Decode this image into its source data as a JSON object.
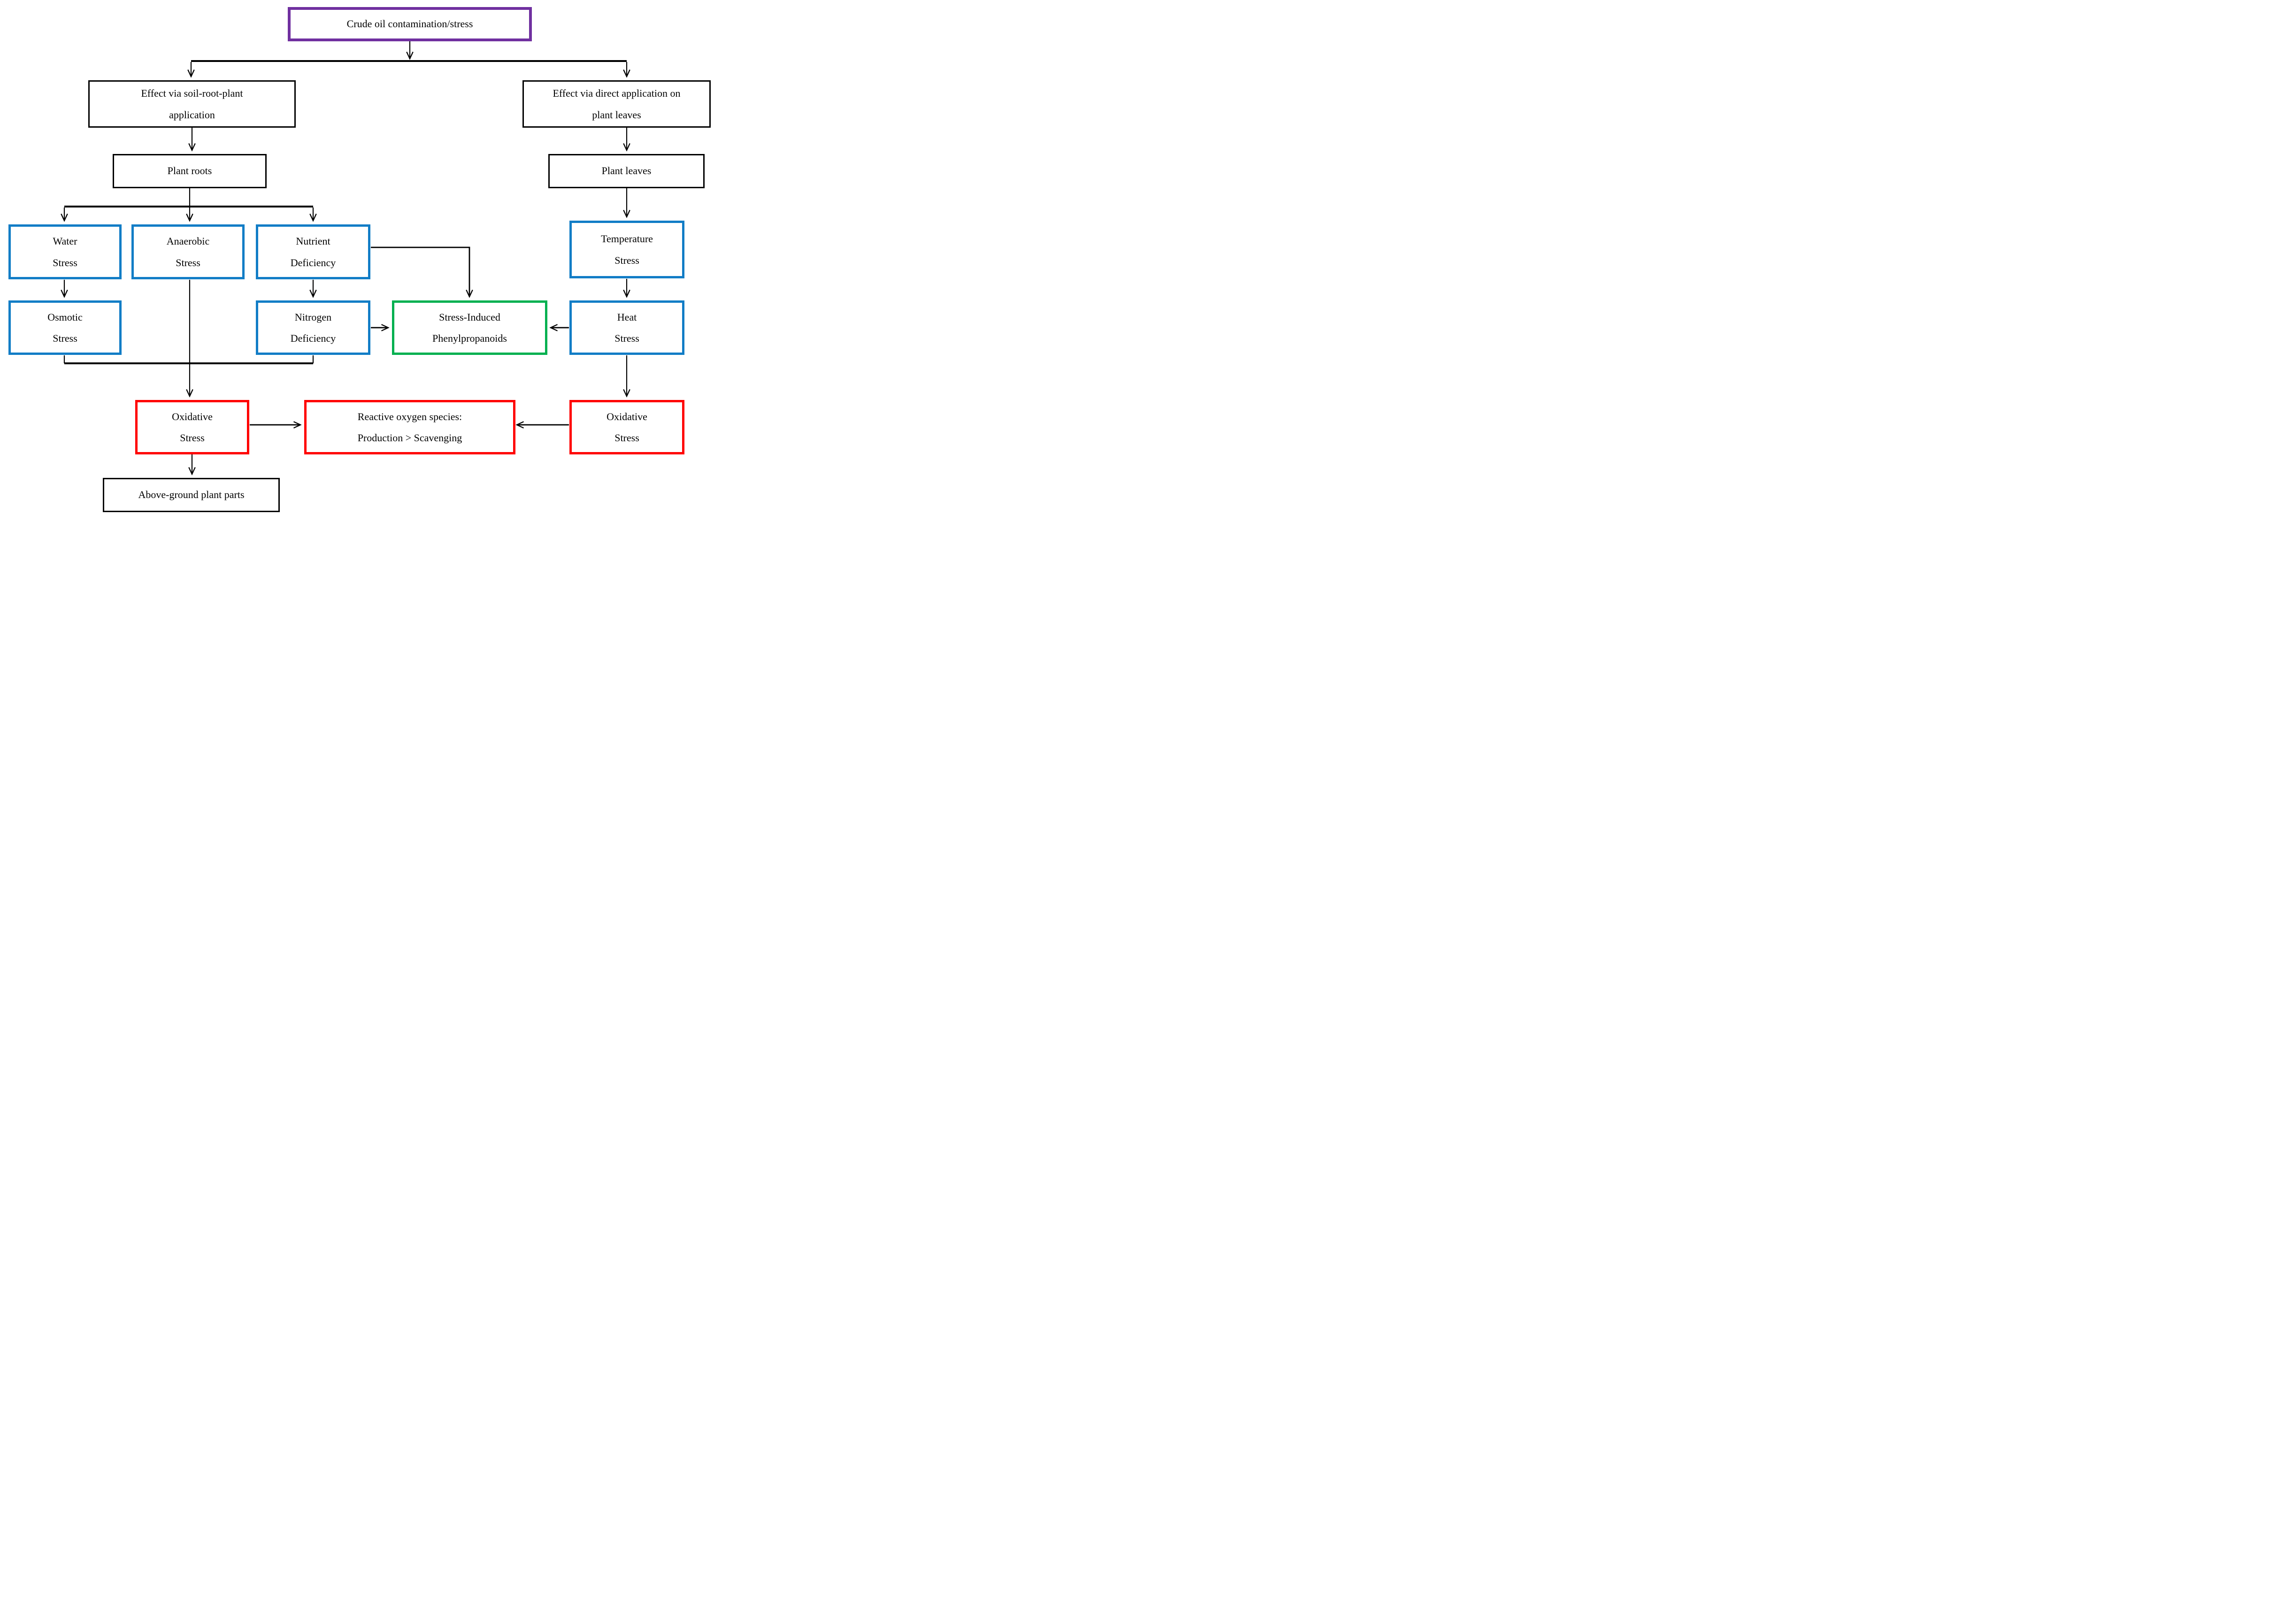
{
  "title": "Crude oil stress flowchart",
  "colors": {
    "purple": "#7030A0",
    "black": "#000000",
    "blue": "#127DC6",
    "green": "#00B050",
    "red": "#FF0000",
    "background": "#FFFFFF",
    "line": "#000000"
  },
  "nodes": {
    "crude_oil": {
      "label": "Crude oil contamination/stress",
      "border": "#7030A0"
    },
    "effect_soil": {
      "label": "Effect via soil-root-plant\napplication",
      "border": "#000000"
    },
    "effect_direct": {
      "label": "Effect via direct application on\nplant leaves",
      "border": "#000000"
    },
    "plant_roots": {
      "label": "Plant roots",
      "border": "#000000"
    },
    "plant_leaves": {
      "label": "Plant leaves",
      "border": "#000000"
    },
    "water_stress": {
      "label": "Water\nStress",
      "border": "#127DC6"
    },
    "anaerobic_stress": {
      "label": "Anaerobic\nStress",
      "border": "#127DC6"
    },
    "nutrient_deficiency": {
      "label": "Nutrient\nDeficiency",
      "border": "#127DC6"
    },
    "temperature_stress": {
      "label": "Temperature\nStress",
      "border": "#127DC6"
    },
    "osmotic_stress": {
      "label": "Osmotic\nStress",
      "border": "#127DC6"
    },
    "nitrogen_deficiency": {
      "label": "Nitrogen\nDeficiency",
      "border": "#127DC6"
    },
    "phenylpropanoids": {
      "label": "Stress-Induced\nPhenylpropanoids",
      "border": "#00B050"
    },
    "heat_stress": {
      "label": "Heat\nStress",
      "border": "#127DC6"
    },
    "oxidative_stress_left": {
      "label": "Oxidative\nStress",
      "border": "#FF0000"
    },
    "ros": {
      "label": "Reactive oxygen species:\nProduction > Scavenging",
      "border": "#FF0000"
    },
    "oxidative_stress_right": {
      "label": "Oxidative\nStress",
      "border": "#FF0000"
    },
    "above_ground": {
      "label": "Above-ground plant parts",
      "border": "#000000"
    }
  },
  "edges": [
    {
      "from": "crude_oil",
      "to": "effect_soil"
    },
    {
      "from": "crude_oil",
      "to": "effect_direct"
    },
    {
      "from": "effect_soil",
      "to": "plant_roots"
    },
    {
      "from": "effect_direct",
      "to": "plant_leaves"
    },
    {
      "from": "plant_roots",
      "to": "water_stress"
    },
    {
      "from": "plant_roots",
      "to": "anaerobic_stress"
    },
    {
      "from": "plant_roots",
      "to": "nutrient_deficiency"
    },
    {
      "from": "water_stress",
      "to": "osmotic_stress"
    },
    {
      "from": "nutrient_deficiency",
      "to": "nitrogen_deficiency"
    },
    {
      "from": "nutrient_deficiency",
      "to": "phenylpropanoids"
    },
    {
      "from": "nitrogen_deficiency",
      "to": "phenylpropanoids"
    },
    {
      "from": "heat_stress",
      "to": "phenylpropanoids"
    },
    {
      "from": "plant_leaves",
      "to": "temperature_stress"
    },
    {
      "from": "temperature_stress",
      "to": "heat_stress"
    },
    {
      "from": "heat_stress",
      "to": "oxidative_stress_right"
    },
    {
      "from": "osmotic_stress",
      "to": "oxidative_stress_left"
    },
    {
      "from": "nitrogen_deficiency",
      "to": "oxidative_stress_left"
    },
    {
      "from": "anaerobic_stress",
      "to": "oxidative_stress_left"
    },
    {
      "from": "oxidative_stress_left",
      "to": "ros"
    },
    {
      "from": "oxidative_stress_right",
      "to": "ros"
    },
    {
      "from": "oxidative_stress_left",
      "to": "above_ground"
    }
  ]
}
